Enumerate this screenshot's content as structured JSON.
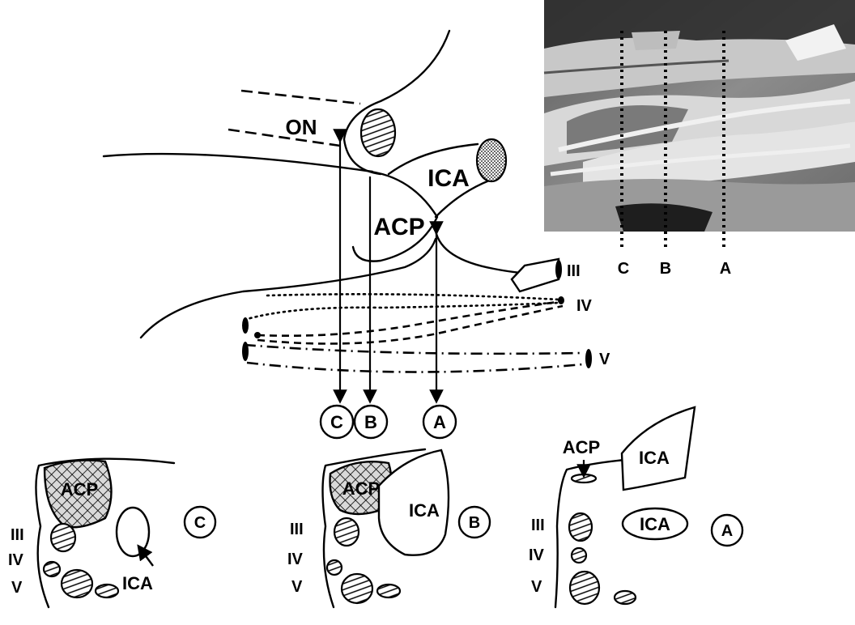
{
  "top_diagram": {
    "on": "ON",
    "ica": "ICA",
    "acp": "ACP",
    "nerve_iii": "III",
    "nerve_iv": "IV",
    "nerve_v": "V"
  },
  "photo": {
    "line_c": "C",
    "line_b": "B",
    "line_a": "A"
  },
  "section_markers": {
    "c": "C",
    "b": "B",
    "a": "A"
  },
  "section_c": {
    "marker": "C",
    "acp": "ACP",
    "ica": "ICA",
    "iii": "III",
    "iv": "IV",
    "v": "V"
  },
  "section_b": {
    "marker": "B",
    "acp": "ACP",
    "ica": "ICA",
    "iii": "III",
    "iv": "IV",
    "v": "V"
  },
  "section_a": {
    "marker": "A",
    "acp": "ACP",
    "ica_upper": "ICA",
    "ica_lower": "ICA",
    "iii": "III",
    "iv": "IV",
    "v": "V"
  }
}
